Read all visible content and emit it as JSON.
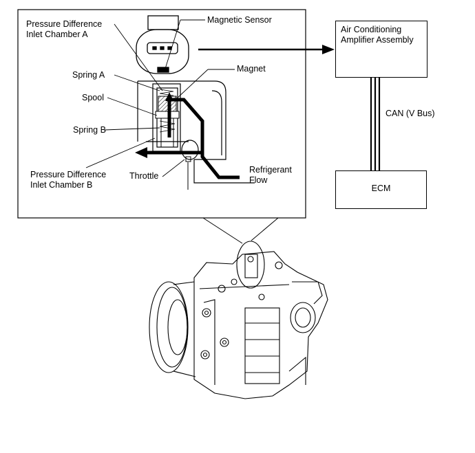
{
  "labels": {
    "magnetic_sensor": "Magnetic Sensor",
    "pressure_a_line1": "Pressure Difference",
    "pressure_a_line2": "Inlet Chamber A",
    "spring_a": "Spring A",
    "magnet": "Magnet",
    "spool": "Spool",
    "spring_b": "Spring B",
    "pressure_b_line1": "Pressure Difference",
    "pressure_b_line2": "Inlet Chamber B",
    "throttle": "Throttle",
    "refrigerant_line1": "Refrigerant",
    "refrigerant_line2": "Flow"
  },
  "blocks": {
    "amplifier_line1": "Air Conditioning",
    "amplifier_line2": "Amplifier Assembly",
    "ecm": "ECM",
    "can_bus": "CAN (V Bus)"
  }
}
